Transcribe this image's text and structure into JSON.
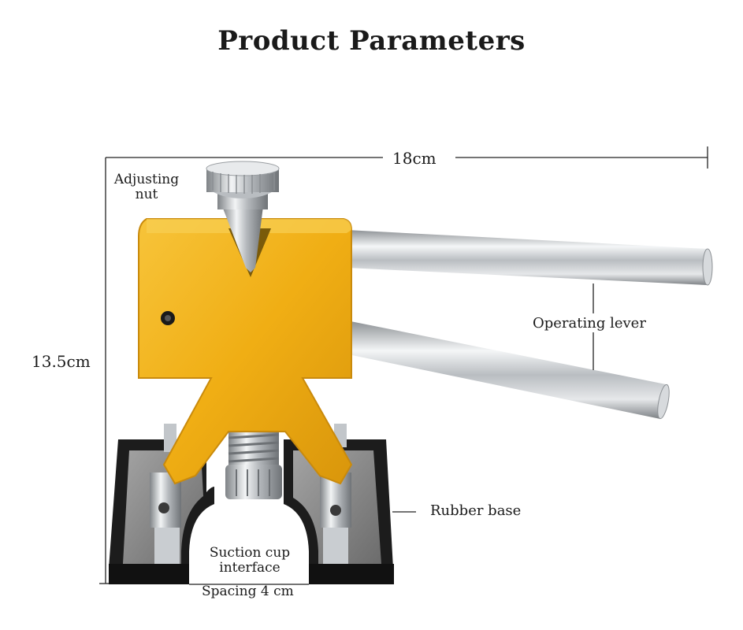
{
  "title": "Product Parameters",
  "dimensions": {
    "width": "18cm",
    "height": "13.5cm",
    "spacing": "Spacing 4 cm"
  },
  "labels": {
    "adjusting_nut": "Adjusting nut",
    "operating_lever": "Operating lever",
    "rubber_base": "Rubber base",
    "suction_cup_interface": "Suction cup interface"
  },
  "colors": {
    "body": "#f2b21a",
    "body_shadow": "#c98a0c",
    "steel": "#c8ccd0",
    "base": "#1c1c1c",
    "base_plate": "#8c8c8c"
  }
}
